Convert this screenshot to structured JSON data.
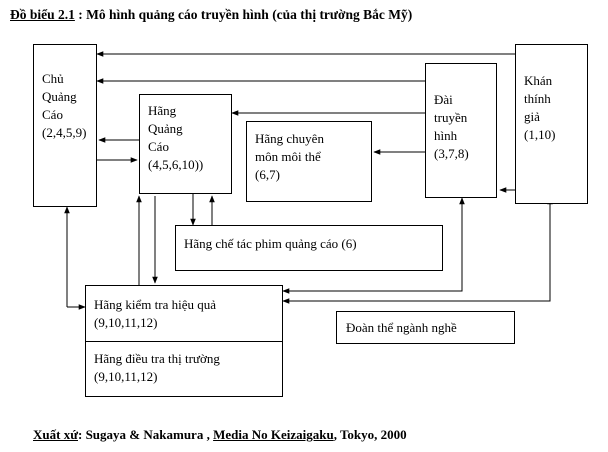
{
  "header": {
    "label": "Đồ biểu 2.1",
    "text": ": Mô hình quảng cáo truyền hình (của thị trường Bắc Mỹ)"
  },
  "boxes": {
    "chu_quang_cao": {
      "lines": [
        "Chủ",
        "Quảng",
        "Cáo",
        "(2,4,5,9)"
      ]
    },
    "hang_quang_cao": {
      "lines": [
        "Hãng",
        "Quảng",
        "Cáo",
        "(4,5,6,10))"
      ]
    },
    "hang_chuyen_mon": {
      "lines": [
        "Hãng chuyên",
        "môn môi thể",
        "(6,7)"
      ]
    },
    "dai_truyen_hinh": {
      "lines": [
        "Đài",
        "truyền",
        "hình",
        "(3,7,8)"
      ]
    },
    "khan_thinh_gia": {
      "lines": [
        "Khán",
        "thính",
        "giả",
        "(1,10)"
      ]
    },
    "hang_che_tac": {
      "lines": [
        "Hãng chế tác phim quảng cáo (6)"
      ]
    },
    "hang_kiem_tra": {
      "lines": [
        "Hãng kiểm tra hiệu quả",
        "(9,10,11,12)"
      ]
    },
    "hang_dieu_tra": {
      "lines": [
        "Hãng điều tra thị trường",
        "(9,10,11,12)"
      ]
    },
    "doan_the": {
      "lines": [
        "Đoàn thể ngành nghề"
      ]
    }
  },
  "footer": {
    "label": "Xuất xứ",
    "sep": ": Sugaya & Nakamura ,",
    "book": "Media No Keizaigaku",
    "rest": ", Tokyo, 2000"
  }
}
